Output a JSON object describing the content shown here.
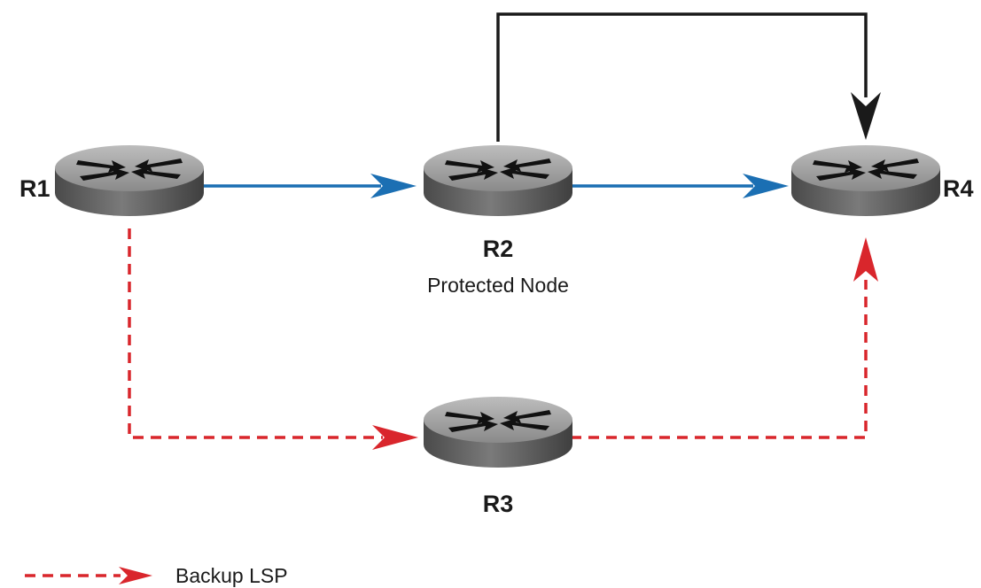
{
  "routers": [
    {
      "id": "r1",
      "name": "R1",
      "sublabel": ""
    },
    {
      "id": "r2",
      "name": "R2",
      "sublabel": "Protected Node"
    },
    {
      "id": "r3",
      "name": "R3",
      "sublabel": ""
    },
    {
      "id": "r4",
      "name": "R4",
      "sublabel": ""
    }
  ],
  "links": [
    {
      "id": "primary-r1-r2",
      "from": "R1",
      "to": "R2",
      "style": "solid",
      "color": "#1b6fb3"
    },
    {
      "id": "primary-r2-r4",
      "from": "R2",
      "to": "R4",
      "style": "solid",
      "color": "#1b6fb3"
    },
    {
      "id": "bypass-r2-r4",
      "from": "R2",
      "to": "R4",
      "style": "solid",
      "color": "#1a1a1a"
    },
    {
      "id": "backup-r1-r3",
      "from": "R1",
      "to": "R3",
      "style": "dashed",
      "color": "#d9262c"
    },
    {
      "id": "backup-r3-r4",
      "from": "R3",
      "to": "R4",
      "style": "dashed",
      "color": "#d9262c"
    }
  ],
  "legend": {
    "items": [
      {
        "label": "Backup LSP",
        "style": "dashed",
        "color": "#d9262c"
      }
    ]
  },
  "colors": {
    "primary": "#1b6fb3",
    "backup": "#d9262c",
    "bypass": "#1a1a1a",
    "router_top": "#9b9b9b",
    "router_side": "#5c5c5c"
  },
  "icons": {
    "router": "router-icon"
  }
}
